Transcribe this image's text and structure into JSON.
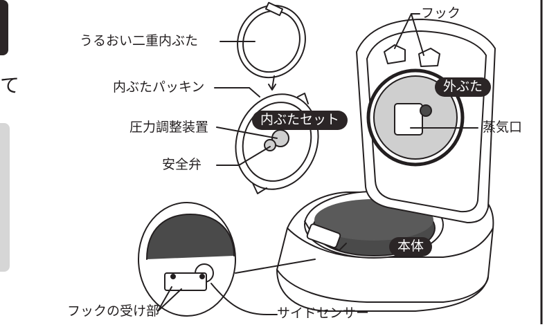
{
  "labels": {
    "hook": "フック",
    "inner_lid_moist": "うるおい二重内ぶた",
    "inner_lid_packing": "内ぶたパッキン",
    "pressure_regulator": "圧力調整装置",
    "safety_valve": "安全弁",
    "steam_vent": "蒸気口",
    "hook_receiver": "フックの受け部",
    "side_sensor": "サイドセンサー"
  },
  "badges": {
    "inner_lid_set": "内ぶたセット",
    "outer_lid": "外ぶた",
    "body": "本体"
  },
  "edge_text": {
    "left_cut_char": "て"
  },
  "colors": {
    "line": "#231f20",
    "badge_bg": "#2b2526",
    "badge_text": "#ffffff",
    "side_tab": "#2b2526",
    "side_panel": "#d6d6d6",
    "pot_interior": "#4a4a4a",
    "light_gray": "#cfcfcf"
  }
}
